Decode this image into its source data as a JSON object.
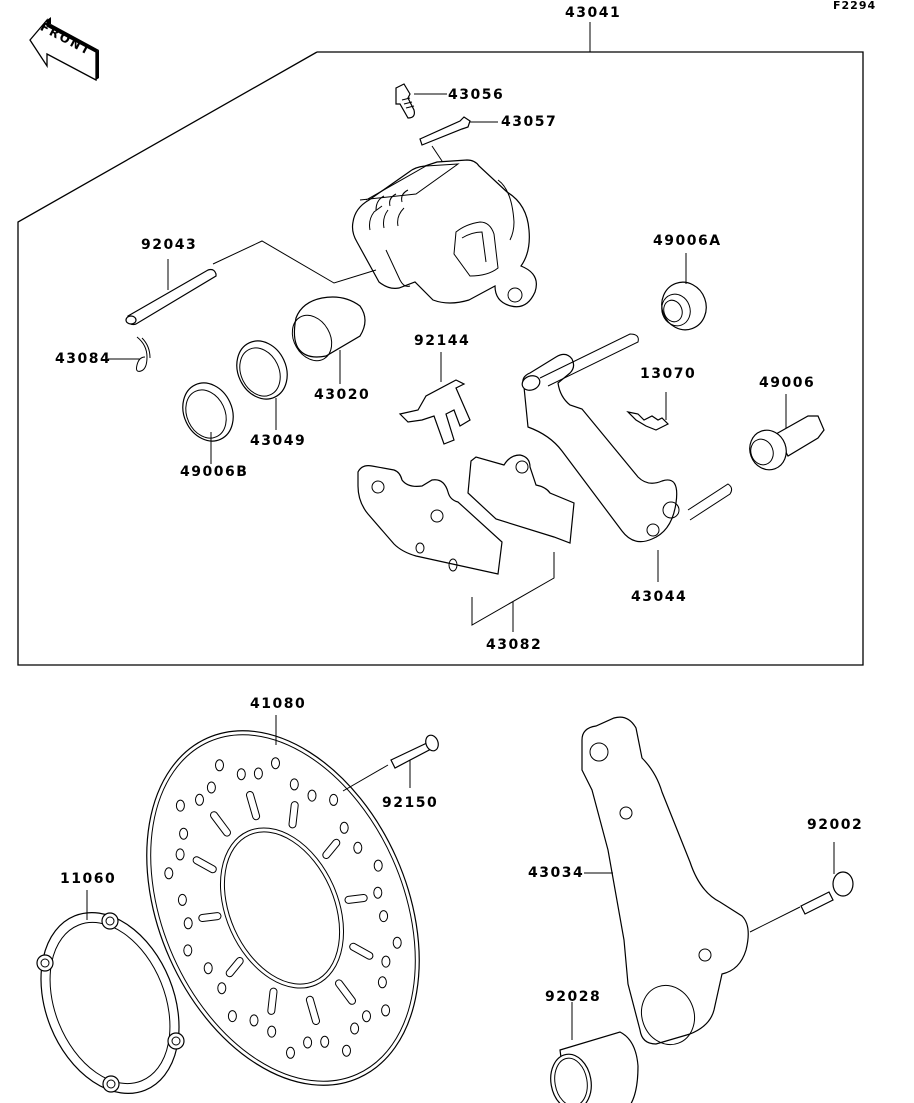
{
  "diagram": {
    "figure_code": "F2294",
    "front_indicator": "FRONT",
    "assembly_label": "43041",
    "parts": [
      {
        "id": "p43041",
        "number": "43041",
        "name": "caliper-assembly"
      },
      {
        "id": "p43056",
        "number": "43056",
        "name": "bleed-valve"
      },
      {
        "id": "p43057",
        "number": "43057",
        "name": "bleed-valve-cap"
      },
      {
        "id": "p92043",
        "number": "92043",
        "name": "pad-pin"
      },
      {
        "id": "p43084",
        "number": "43084",
        "name": "pin-clip"
      },
      {
        "id": "p43020",
        "number": "43020",
        "name": "piston"
      },
      {
        "id": "p43049",
        "number": "43049",
        "name": "piston-seal"
      },
      {
        "id": "p49006B",
        "number": "49006B",
        "name": "dust-seal"
      },
      {
        "id": "p92144",
        "number": "92144",
        "name": "pad-spring"
      },
      {
        "id": "p49006A",
        "number": "49006A",
        "name": "boot"
      },
      {
        "id": "p13070",
        "number": "13070",
        "name": "pad-plate"
      },
      {
        "id": "p49006",
        "number": "49006",
        "name": "boot-bolt"
      },
      {
        "id": "p43044",
        "number": "43044",
        "name": "caliper-holder"
      },
      {
        "id": "p43082",
        "number": "43082",
        "name": "brake-pads"
      },
      {
        "id": "p41080",
        "number": "41080",
        "name": "brake-disc"
      },
      {
        "id": "p92150",
        "number": "92150",
        "name": "disc-bolt"
      },
      {
        "id": "p11060",
        "number": "11060",
        "name": "gasket"
      },
      {
        "id": "p43034",
        "number": "43034",
        "name": "caliper-bracket"
      },
      {
        "id": "p92002",
        "number": "92002",
        "name": "bracket-bolt"
      },
      {
        "id": "p92028",
        "number": "92028",
        "name": "collar"
      }
    ]
  }
}
